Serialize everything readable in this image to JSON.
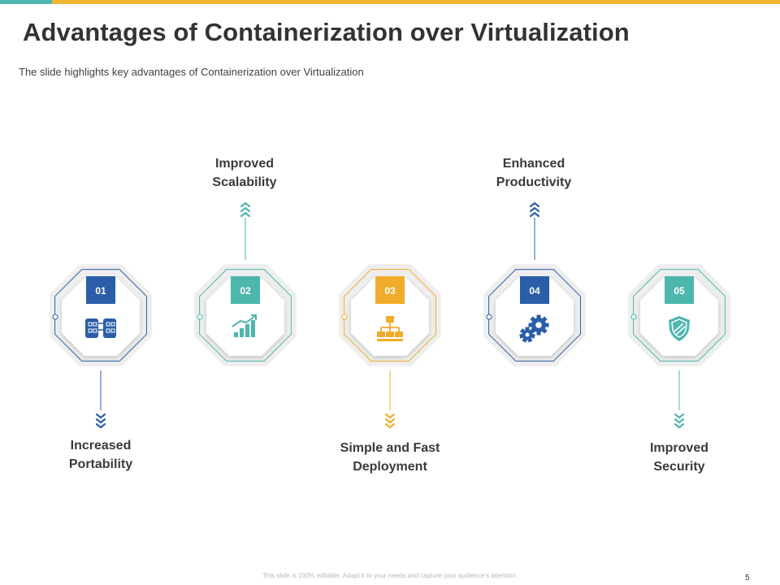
{
  "slide": {
    "title": "Advantages of Containerization over Virtualization",
    "subtitle": "The slide highlights key advantages of Containerization over Virtualization",
    "footer": "This slide is 100% editable. Adapt it to your needs and capture your audience's attention.",
    "page_number": "5"
  },
  "colors": {
    "blue": "#2a5ea8",
    "teal": "#4db6ad",
    "yellow": "#f0ac2a",
    "bar_teal": "#4fb7b0",
    "bar_yellow": "#f2b533"
  },
  "steps": [
    {
      "number": "01",
      "label": "Increased\nPortability",
      "icon": "portability-icon",
      "color": "blue"
    },
    {
      "number": "02",
      "label": "Improved\nScalability",
      "icon": "growth-chart-icon",
      "color": "teal"
    },
    {
      "number": "03",
      "label": "Simple and Fast\nDeployment",
      "icon": "hierarchy-icon",
      "color": "yellow"
    },
    {
      "number": "04",
      "label": "Enhanced\nProductivity",
      "icon": "gears-icon",
      "color": "blue"
    },
    {
      "number": "05",
      "label": "Improved\nSecurity",
      "icon": "shield-icon",
      "color": "teal"
    }
  ]
}
